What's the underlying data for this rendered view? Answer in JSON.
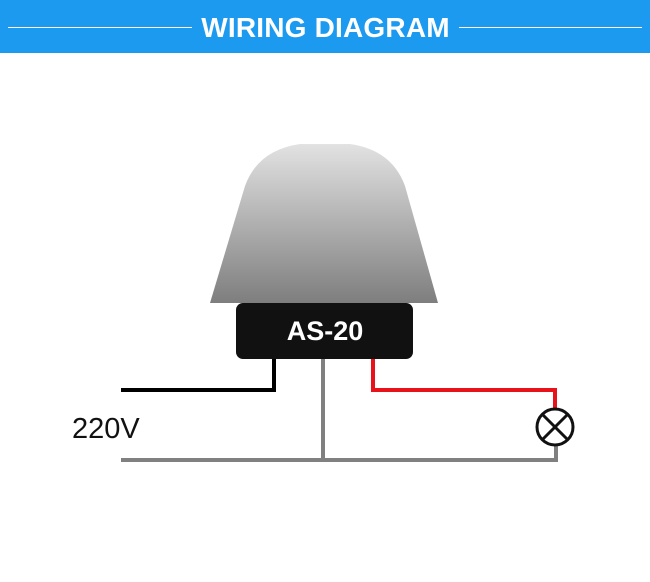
{
  "header": {
    "title": "WIRING DIAGRAM",
    "background_color": "#1b9af0"
  },
  "device": {
    "model": "AS-20",
    "body_color": "#111111",
    "dome_color_top": "#e2e2e2",
    "dome_color_bottom": "#7e7e7e"
  },
  "supply": {
    "voltage_label": "220V"
  },
  "wires": {
    "live_color": "#000000",
    "neutral_color": "#808080",
    "load_color": "#e8121a"
  },
  "load": {
    "icon": "lamp-icon"
  }
}
